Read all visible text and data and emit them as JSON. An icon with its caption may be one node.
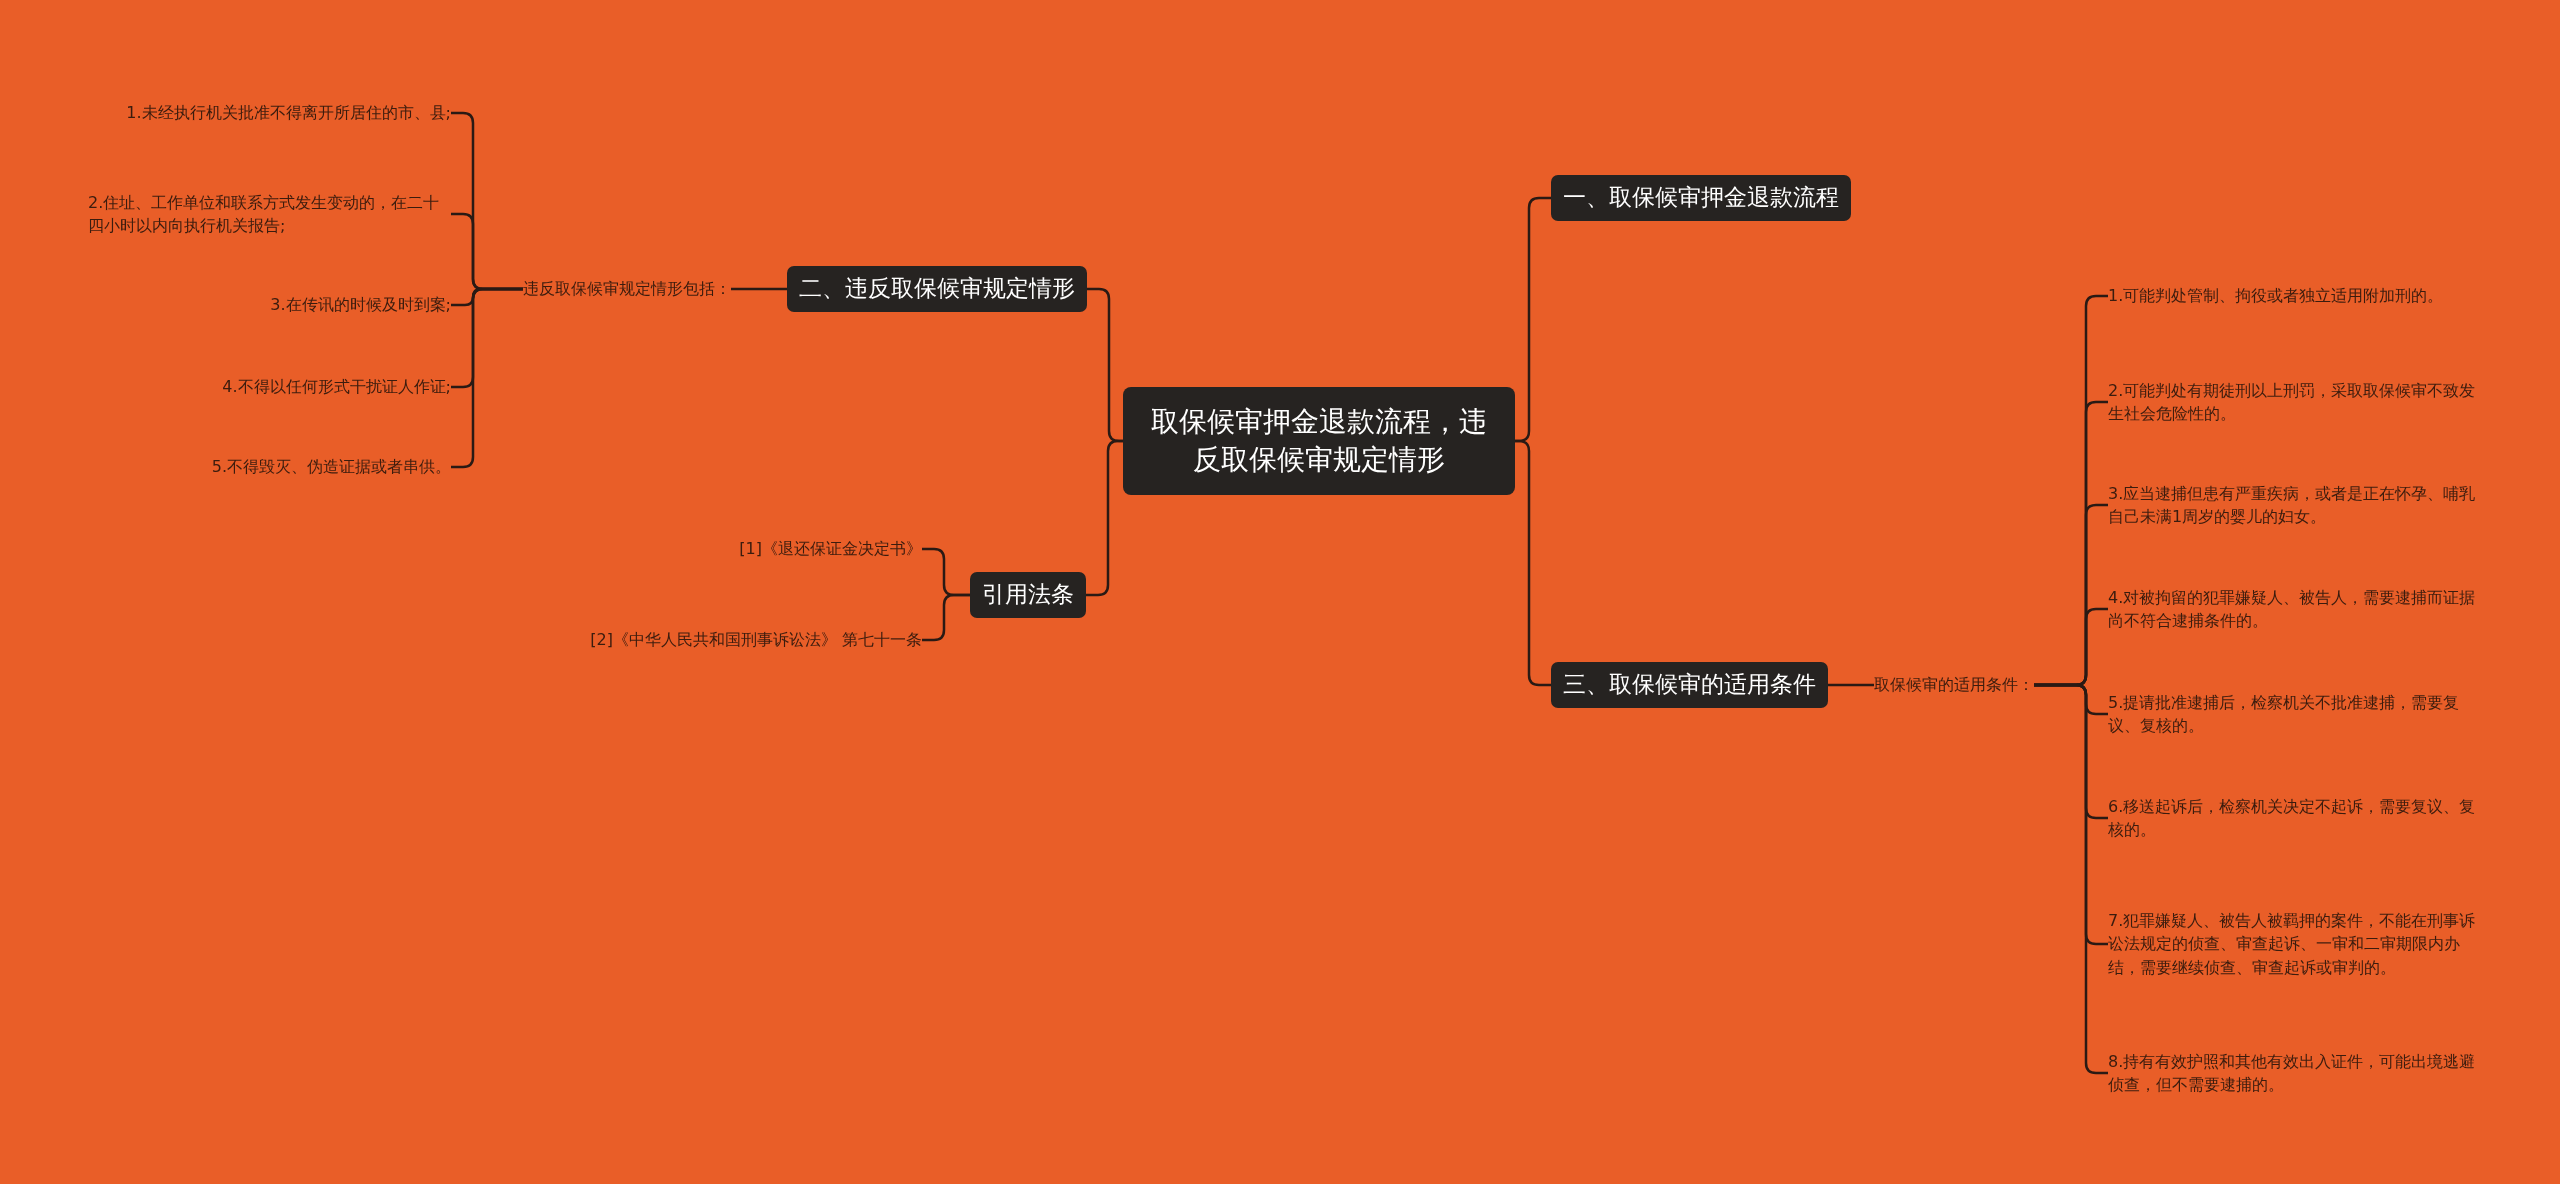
{
  "diagram": {
    "nodes": [
      {
        "text": [
          "取保候审押金退款流程，违反取保候审规定情形"
        ]
      },
      {
        "text": [
          "一、取保候审押金退款流程"
        ]
      },
      {
        "text": [
          "二、违反取保候审规定情形"
        ]
      },
      {
        "text": [
          "违反取保候审规定情形包括："
        ]
      },
      {
        "text": [
          "1.未经执行机关批准不得离开所居住的市、县;"
        ]
      },
      {
        "text": [
          "2.住址、工作单位和联系方式发生变动的，在二十四小时以内向执行机关报告;"
        ]
      },
      {
        "text": [
          "3.在传讯的时候及时到案;"
        ]
      },
      {
        "text": [
          "4.不得以任何形式干扰证人作证;"
        ]
      },
      {
        "text": [
          "5.不得毁灭、伪造证据或者串供。"
        ]
      },
      {
        "text": [
          "三、取保候审的适用条件"
        ]
      },
      {
        "text": [
          "取保候审的适用条件："
        ]
      },
      {
        "text": [
          "1.可能判处管制、拘役或者独立适用附加刑的。"
        ]
      },
      {
        "text": [
          "2.可能判处有期徒刑以上刑罚，采取取保候审不致发生社会危险性的。"
        ]
      },
      {
        "text": [
          "3.应当逮捕但患有严重疾病，或者是正在怀孕、哺乳自己未满1周岁的婴儿的妇女。"
        ]
      },
      {
        "text": [
          "4.对被拘留的犯罪嫌疑人、被告人，需要逮捕而证据尚不符合逮捕条件的。"
        ]
      },
      {
        "text": [
          "5.提请批准逮捕后，检察机关不批准逮捕，需要复议、复核的。"
        ]
      },
      {
        "text": [
          "6.移送起诉后，检察机关决定不起诉，需要复议、复核的。"
        ]
      },
      {
        "text": [
          "7.犯罪嫌疑人、被告人被羁押的案件，不能在刑事诉讼法规定的侦查、审查起诉、一审和二审期限内办结，需要继续侦查、审查起诉或审判的。"
        ]
      },
      {
        "text": [
          "8.持有有效护照和其他有效出入证件，可能出境逃避侦查，但不需要逮捕的。"
        ]
      },
      {
        "text": [
          "引用法条"
        ]
      },
      {
        "text": [
          "[1]《退还保证金决定书》"
        ]
      },
      {
        "text": [
          "[2]《中华人民共和国刑事诉讼法》 第七十一条"
        ]
      }
    ],
    "edges": [
      {
        "from": 0,
        "to": 1,
        "arrow": "none"
      },
      {
        "from": 0,
        "to": 2,
        "arrow": "none"
      },
      {
        "from": 2,
        "to": 3,
        "arrow": "none"
      },
      {
        "from": 3,
        "to": 4,
        "arrow": "none"
      },
      {
        "from": 3,
        "to": 5,
        "arrow": "none"
      },
      {
        "from": 3,
        "to": 6,
        "arrow": "none"
      },
      {
        "from": 3,
        "to": 7,
        "arrow": "none"
      },
      {
        "from": 3,
        "to": 8,
        "arrow": "none"
      },
      {
        "from": 0,
        "to": 9,
        "arrow": "none"
      },
      {
        "from": 9,
        "to": 10,
        "arrow": "none"
      },
      {
        "from": 10,
        "to": 11,
        "arrow": "none"
      },
      {
        "from": 10,
        "to": 12,
        "arrow": "none"
      },
      {
        "from": 10,
        "to": 13,
        "arrow": "none"
      },
      {
        "from": 10,
        "to": 14,
        "arrow": "none"
      },
      {
        "from": 10,
        "to": 15,
        "arrow": "none"
      },
      {
        "from": 10,
        "to": 16,
        "arrow": "none"
      },
      {
        "from": 10,
        "to": 17,
        "arrow": "none"
      },
      {
        "from": 10,
        "to": 18,
        "arrow": "none"
      },
      {
        "from": 0,
        "to": 19,
        "arrow": "none"
      },
      {
        "from": 19,
        "to": 20,
        "arrow": "none"
      },
      {
        "from": 19,
        "to": 21,
        "arrow": "none"
      }
    ]
  }
}
